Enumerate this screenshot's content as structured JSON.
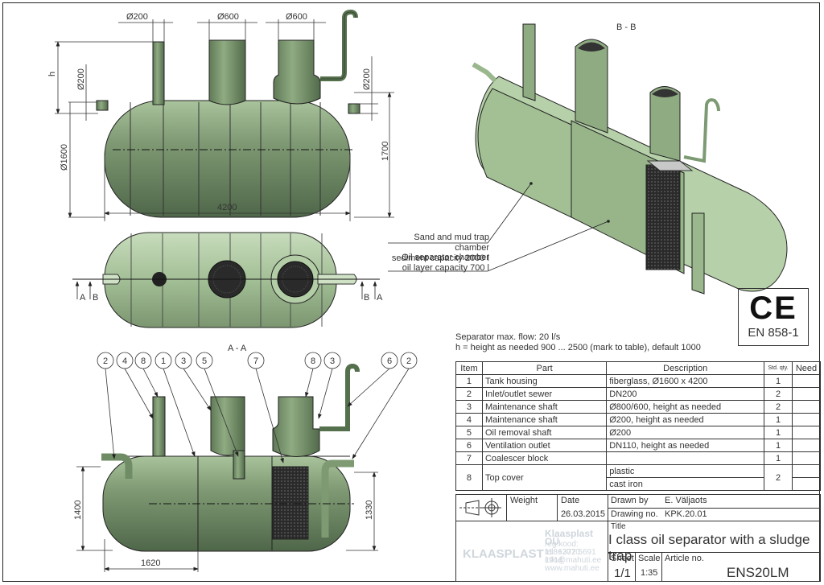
{
  "top_view": {
    "dims": {
      "d_vent": "Ø200",
      "d_shaft1": "Ø600",
      "d_shaft2": "Ø600",
      "d_inlet": "Ø200",
      "d_outlet": "Ø200",
      "h": "h",
      "d_tank": "Ø1600",
      "height": "1700",
      "length": "4200"
    }
  },
  "plan_view": {
    "section_marks": [
      "A",
      "B",
      "B",
      "A"
    ]
  },
  "section_aa": {
    "title": "A - A",
    "balloons": [
      "2",
      "4",
      "8",
      "1",
      "3",
      "5",
      "7",
      "8",
      "3",
      "6",
      "2"
    ],
    "dims": {
      "inlet_height": "1400",
      "outlet_height": "1330",
      "chamber_length": "1620"
    }
  },
  "section_bb": {
    "title": "B - B",
    "callouts": [
      {
        "line1": "Sand and mud trap chamber",
        "line2": "sediment capacity 2000 l"
      },
      {
        "line1": "Oil separator chamber",
        "line2": "oil layer capacity 700 l"
      }
    ]
  },
  "certification": {
    "mark": "CE",
    "standard": "EN 858-1"
  },
  "notes": [
    "Separator max. flow: 20 l/s",
    "h = height as needed 900 ... 2500 (mark to table), default 1000"
  ],
  "bom": {
    "headers": {
      "item": "Item",
      "part": "Part",
      "description": "Description",
      "qty": "Std. qty.",
      "need": "Need"
    },
    "rows": [
      {
        "item": "1",
        "part": "Tank housing",
        "description": "fiberglass, Ø1600 x 4200",
        "qty": "1"
      },
      {
        "item": "2",
        "part": "Inlet/outlet sewer",
        "description": "DN200",
        "qty": "2"
      },
      {
        "item": "3",
        "part": "Maintenance shaft",
        "description": "Ø800/600, height as needed",
        "qty": "2"
      },
      {
        "item": "4",
        "part": "Maintenance shaft",
        "description": "Ø200, height as needed",
        "qty": "1"
      },
      {
        "item": "5",
        "part": "Oil removal shaft",
        "description": "Ø200",
        "qty": "1"
      },
      {
        "item": "6",
        "part": "Ventilation outlet",
        "description": "DN110, height as needed",
        "qty": "1"
      },
      {
        "item": "7",
        "part": "Coalescer block",
        "description": "",
        "qty": "1"
      },
      {
        "item": "8",
        "part": "Top cover",
        "description": "plastic",
        "description2": "cast iron",
        "qty": "2"
      }
    ]
  },
  "title_block": {
    "weight_label": "Weight",
    "date_label": "Date",
    "date": "26.03.2015",
    "drawn_by_label": "Drawn by",
    "drawn_by": "E. Väljaots",
    "drawing_no_label": "Drawing no.",
    "drawing_no": "KPK.20.01",
    "title_label": "Title",
    "title": "I class oil separator with a sludge trap",
    "sheet_label": "Sheet",
    "sheet": "1/1",
    "scale_label": "Scale",
    "scale": "1:35",
    "article_label": "Article no.",
    "article": "ENS20LM",
    "company": {
      "logo_text": "KLAASPLAST",
      "name": "Klaasplast OÜ",
      "reg": "reg.kood: 11862070",
      "tel": "tel: +372 5691 1914",
      "email": "info@mahuti.ee",
      "web": "www.mahuti.ee"
    }
  },
  "colors": {
    "tank_green": "#8aa77f",
    "tank_dark": "#56704f",
    "tank_light": "#c4dcb8",
    "line": "#222222"
  }
}
